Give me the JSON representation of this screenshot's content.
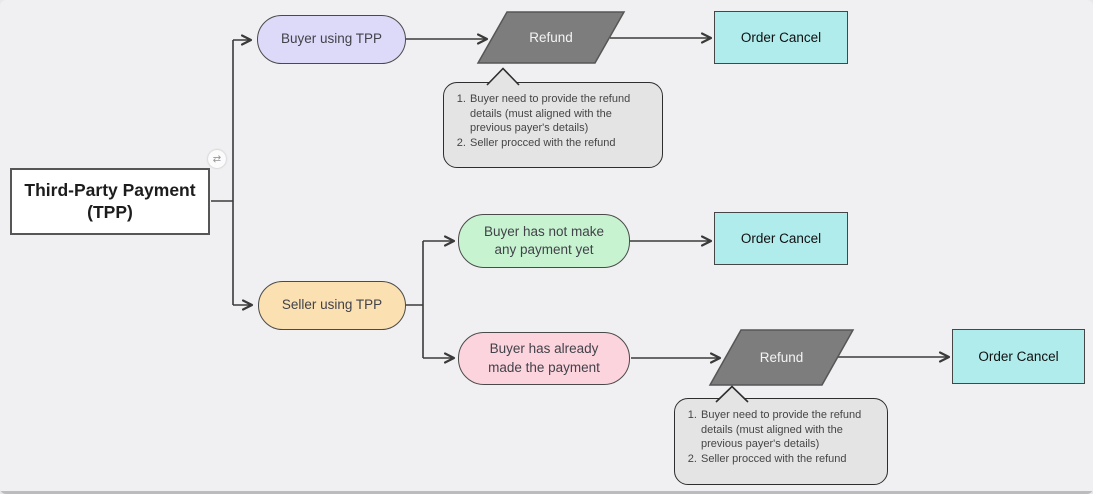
{
  "canvas": {
    "background_color": "#f0f0f2",
    "edge_color": "#3a3a3a"
  },
  "root": {
    "label": "Third-Party Payment\n(TPP)",
    "fill": "#ffffff"
  },
  "badge": {
    "icon": "collapse-branch-icon",
    "glyph": "⇄"
  },
  "branches": {
    "buyer": {
      "label": "Buyer using TPP",
      "fill": "#dcdaf8"
    },
    "seller": {
      "label": "Seller using TPP",
      "fill": "#fbe0b2"
    }
  },
  "seller_cases": {
    "no_payment": {
      "label": "Buyer has not make\nany payment yet",
      "fill": "#c8f3d1"
    },
    "paid": {
      "label": "Buyer has already\nmade the payment",
      "fill": "#fcd4dd"
    }
  },
  "processes": {
    "refund1": {
      "label": "Refund",
      "fill": "#7d7d7d"
    },
    "refund2": {
      "label": "Refund",
      "fill": "#7d7d7d"
    }
  },
  "terminals": {
    "order_cancel1": {
      "label": "Order Cancel",
      "fill": "#b1ecec"
    },
    "order_cancel2": {
      "label": "Order Cancel",
      "fill": "#b1ecec"
    },
    "order_cancel3": {
      "label": "Order Cancel",
      "fill": "#b1ecec"
    }
  },
  "notes": {
    "note1": {
      "steps": [
        "Buyer need to provide the refund details (must aligned with the previous payer's details)",
        "Seller procced with the refund"
      ]
    },
    "note2": {
      "steps": [
        "Buyer need to provide the refund details (must aligned with the previous payer's details)",
        "Seller procced with the refund"
      ]
    }
  }
}
